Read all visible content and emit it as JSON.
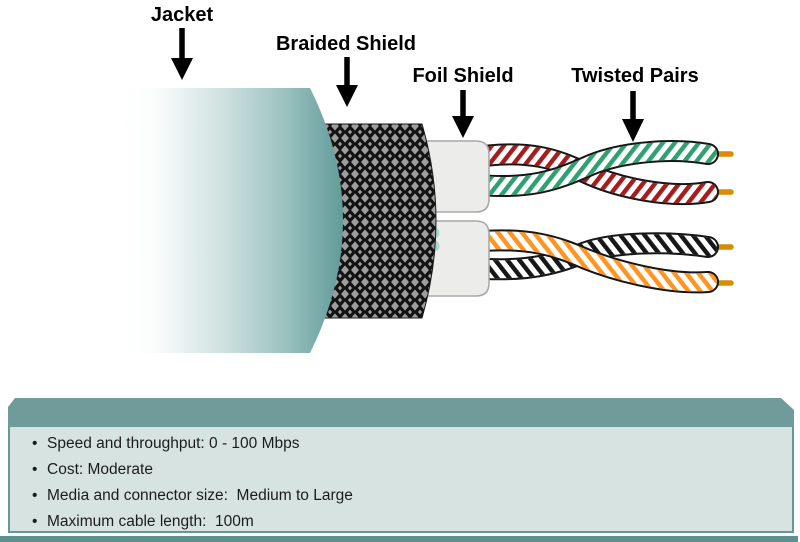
{
  "diagram": {
    "labels": {
      "jacket": "Jacket",
      "braided_shield": "Braided Shield",
      "foil_shield": "Foil Shield",
      "twisted_pairs": "Twisted Pairs"
    },
    "colors": {
      "jacket_teal": "#609997",
      "braid_gray": "#9e9e9e",
      "braid_black": "#131313",
      "foil_fill": "#ececea",
      "foil_border": "#a8a8a8",
      "wire_outline": "#161616",
      "wire_red": "#a51c1c",
      "wire_green": "#2fa070",
      "wire_orange": "#ff9421",
      "wire_black": "#161616",
      "conductor_orange": "#d98c00",
      "inner_insulation_teal": "#a8d8d2"
    }
  },
  "infobox": {
    "bullet": "•",
    "items": [
      {
        "text": "Speed and throughput: 0 - 100 Mbps"
      },
      {
        "text": "Cost: Moderate"
      },
      {
        "text": "Media and connector size:  Medium to Large"
      },
      {
        "text": "Maximum cable length:  100m"
      }
    ],
    "colors": {
      "header": "#6f9c9b",
      "body_bg": "#d6e3e1",
      "border": "#649896",
      "bottom_strip": "#5d9190"
    }
  }
}
